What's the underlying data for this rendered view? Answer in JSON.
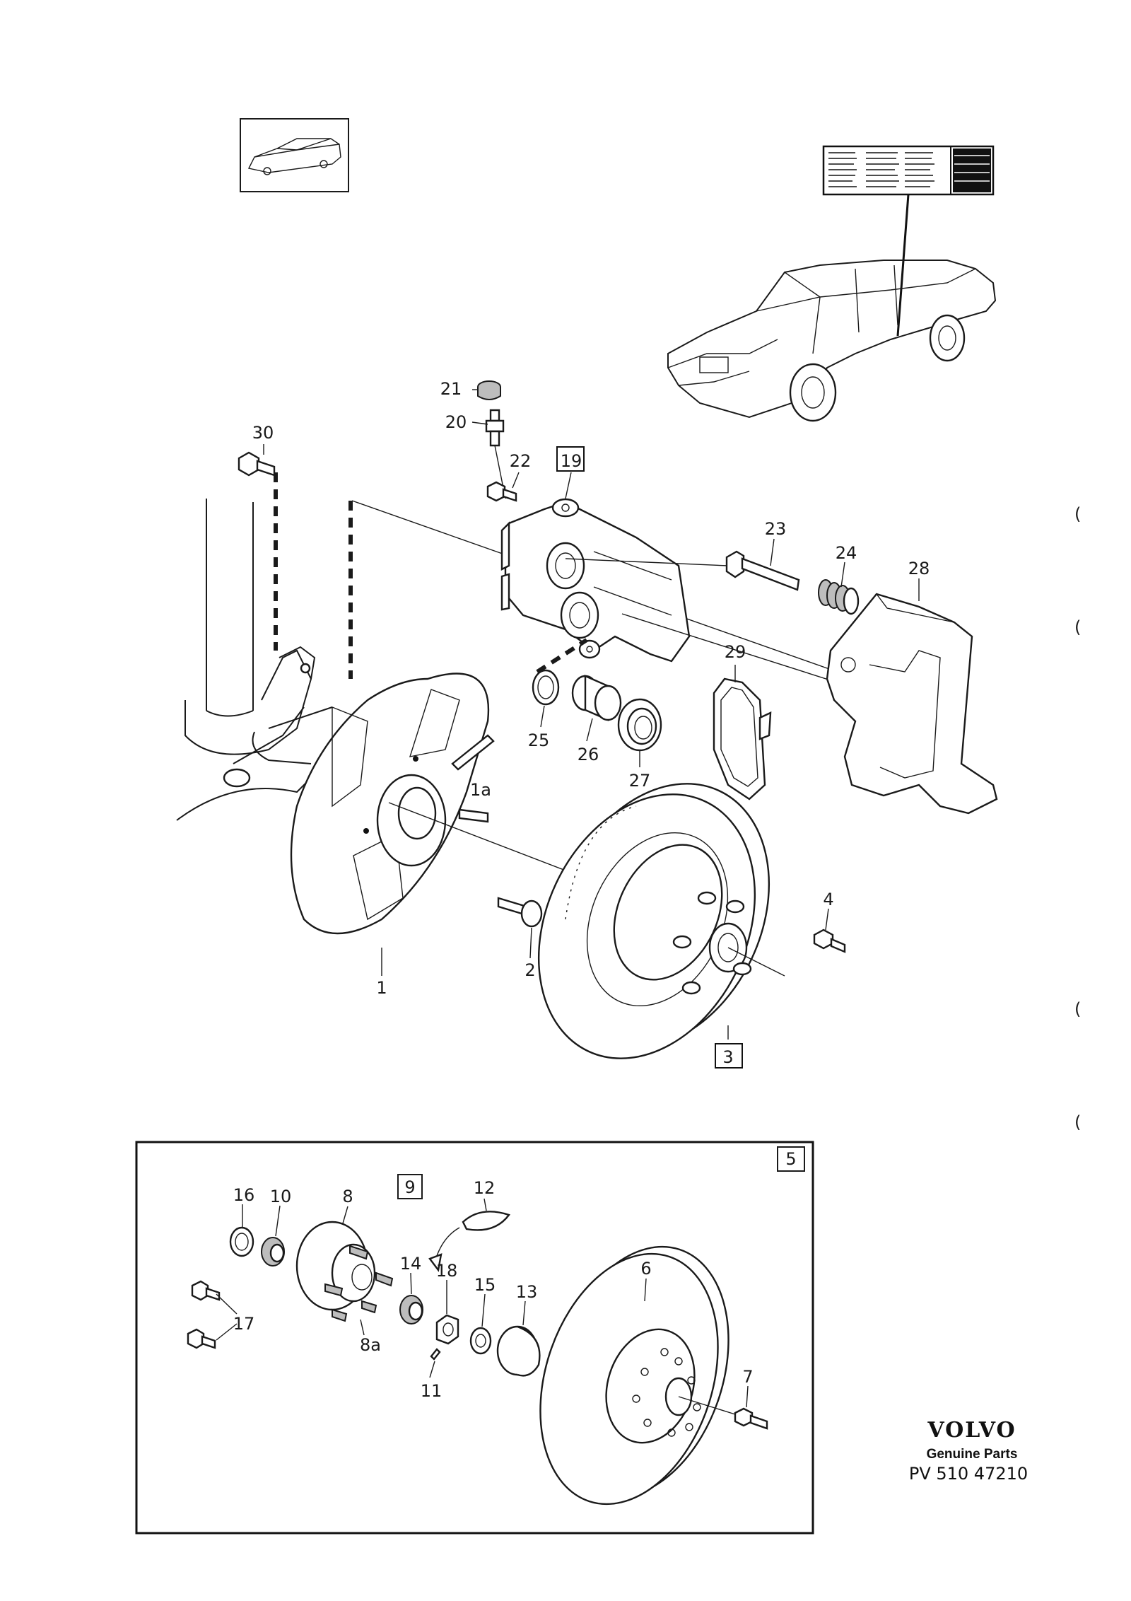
{
  "labels": {
    "p1": "1",
    "p1a": "1a",
    "p2": "2",
    "p3": "3",
    "p4": "4",
    "p5": "5",
    "p6": "6",
    "p7": "7",
    "p8": "8",
    "p8a": "8a",
    "p9": "9",
    "p10": "10",
    "p11": "11",
    "p12": "12",
    "p13": "13",
    "p14": "14",
    "p15": "15",
    "p16": "16",
    "p17": "17",
    "p18": "18",
    "p19": "19",
    "p20": "20",
    "p21": "21",
    "p22": "22",
    "p23": "23",
    "p24": "24",
    "p25": "25",
    "p26": "26",
    "p27": "27",
    "p28": "28",
    "p29": "29",
    "p30": "30"
  },
  "brand": {
    "name": "VOLVO",
    "subtitle": "Genuine Parts",
    "code": "PV  510  47210"
  },
  "margin_marks": [
    "(",
    "(",
    "(",
    "("
  ],
  "icons": [
    "sedan-thumbnail-icon",
    "sedan-icon",
    "label-sticker-icon",
    "volvo-logo"
  ]
}
